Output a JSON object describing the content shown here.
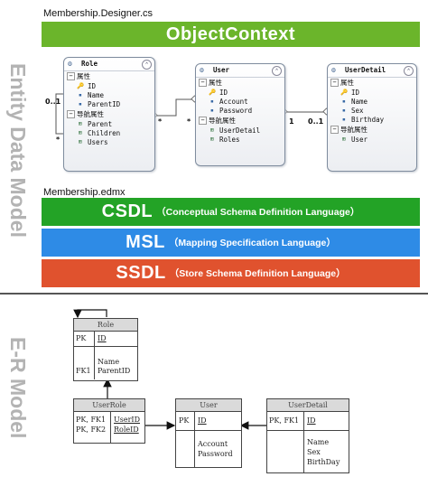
{
  "side_labels": {
    "top": "Entity Data Model",
    "bottom": "E-R Model"
  },
  "files": {
    "designer": "Membership.Designer.cs",
    "edmx": "Membership.edmx"
  },
  "object_context": {
    "label": "ObjectContext",
    "color": "#6bb52b"
  },
  "layers": [
    {
      "name": "CSDL",
      "desc": "（Conceptual Schema Definition Language）",
      "color": "#23a326"
    },
    {
      "name": "MSL",
      "desc": "（Mapping Specification Language）",
      "color": "#2e8be6"
    },
    {
      "name": "SSDL",
      "desc": "（Store Schema Definition Language）",
      "color": "#e0522e"
    }
  ],
  "entities": {
    "role": {
      "title": "Role",
      "props_title": "属性",
      "props": [
        "ID",
        "Name",
        "ParentID"
      ],
      "nav_title": "导航属性",
      "navs": [
        "Parent",
        "Children",
        "Users"
      ]
    },
    "user": {
      "title": "User",
      "props_title": "属性",
      "props": [
        "ID",
        "Account",
        "Password"
      ],
      "nav_title": "导航属性",
      "navs": [
        "UserDetail",
        "Roles"
      ]
    },
    "userdetail": {
      "title": "UserDetail",
      "props_title": "属性",
      "props": [
        "ID",
        "Name",
        "Sex",
        "Birthday"
      ],
      "nav_title": "导航属性",
      "navs": [
        "User"
      ]
    }
  },
  "multiplicities": {
    "self_left": "0..1",
    "self_bottom": "*",
    "role_user_left": "*",
    "role_user_right": "*",
    "user_detail_left": "1",
    "user_detail_right": "0..1"
  },
  "er_tables": {
    "role": {
      "title": "Role",
      "pk_label": "PK",
      "pk_field": "ID",
      "fk_label": "FK1",
      "fields": [
        "Name",
        "ParentID"
      ]
    },
    "userrole": {
      "title": "UserRole",
      "key_labels": [
        "PK, FK1",
        "PK, FK2"
      ],
      "key_fields": [
        "UserID",
        "RoleID"
      ]
    },
    "user": {
      "title": "User",
      "pk_label": "PK",
      "pk_field": "ID",
      "fields": [
        "Account",
        "Password"
      ]
    },
    "userdetail": {
      "title": "UserDetail",
      "pk_label": "PK, FK1",
      "pk_field": "ID",
      "fields": [
        "Name",
        "Sex",
        "BirthDay"
      ]
    }
  }
}
